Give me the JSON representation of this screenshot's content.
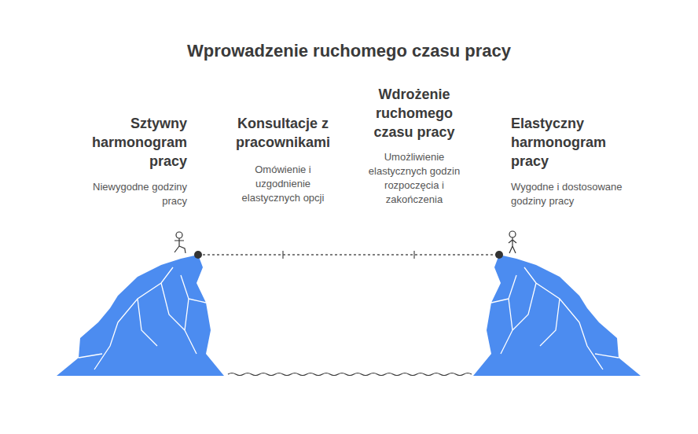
{
  "diagram": {
    "title": "Wprowadzenie ruchomego czasu pracy",
    "labels": [
      "Sztywny harmonogram pracy",
      "Niewygodne godziny pracy",
      "Konsultacje z pracownikami",
      "Omówienie i uzgodnienie elastycznych opcji",
      "Wdrożenie ruchomego czasu pracy",
      "Umożliwienie elastycznych godzin rozpoczęcia i zakończenia",
      "Elastyczny harmonogram pracy",
      "Wygodne i dostosowane godziny pracy"
    ]
  }
}
